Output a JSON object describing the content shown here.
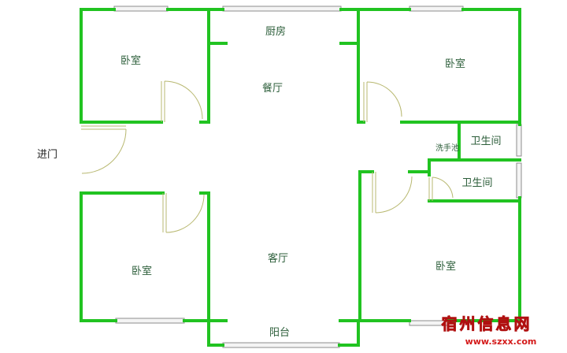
{
  "plan": {
    "rooms": {
      "kitchen": "厨房",
      "dining": "餐厅",
      "living": "客厅",
      "balcony": "阳台",
      "bedroom_top_left": "卧室",
      "bedroom_top_right": "卧室",
      "bedroom_bottom_left": "卧室",
      "bedroom_bottom_right": "卧室",
      "bathroom_upper": "卫生间",
      "bathroom_lower": "卫生间",
      "washbasin": "洗手池"
    },
    "entrance": "进门"
  },
  "watermark": {
    "title": "宿州信息网",
    "url": "www.szxx.com"
  },
  "colors": {
    "wall": "#21c321",
    "door": "#b8b870",
    "window": "#9a9a9a",
    "label": "#2c5e3a"
  }
}
